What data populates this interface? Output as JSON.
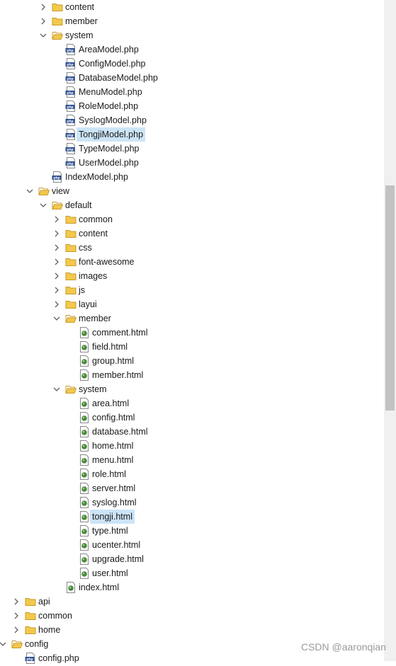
{
  "tree": [
    {
      "label": "content",
      "type": "folder",
      "expanded": false,
      "depth": 4
    },
    {
      "label": "member",
      "type": "folder",
      "expanded": false,
      "depth": 4
    },
    {
      "label": "system",
      "type": "folder",
      "expanded": true,
      "depth": 4
    },
    {
      "label": "AreaModel.php",
      "type": "php",
      "depth": 5
    },
    {
      "label": "ConfigModel.php",
      "type": "php",
      "depth": 5
    },
    {
      "label": "DatabaseModel.php",
      "type": "php",
      "depth": 5
    },
    {
      "label": "MenuModel.php",
      "type": "php",
      "depth": 5
    },
    {
      "label": "RoleModel.php",
      "type": "php",
      "depth": 5
    },
    {
      "label": "SyslogModel.php",
      "type": "php",
      "depth": 5
    },
    {
      "label": "TongjiModel.php",
      "type": "php",
      "depth": 5,
      "selected": true
    },
    {
      "label": "TypeModel.php",
      "type": "php",
      "depth": 5
    },
    {
      "label": "UserModel.php",
      "type": "php",
      "depth": 5
    },
    {
      "label": "IndexModel.php",
      "type": "php",
      "depth": 4
    },
    {
      "label": "view",
      "type": "folder",
      "expanded": true,
      "depth": 3
    },
    {
      "label": "default",
      "type": "folder",
      "expanded": true,
      "depth": 4
    },
    {
      "label": "common",
      "type": "folder",
      "expanded": false,
      "depth": 5
    },
    {
      "label": "content",
      "type": "folder",
      "expanded": false,
      "depth": 5
    },
    {
      "label": "css",
      "type": "folder",
      "expanded": false,
      "depth": 5
    },
    {
      "label": "font-awesome",
      "type": "folder",
      "expanded": false,
      "depth": 5
    },
    {
      "label": "images",
      "type": "folder",
      "expanded": false,
      "depth": 5
    },
    {
      "label": "js",
      "type": "folder",
      "expanded": false,
      "depth": 5
    },
    {
      "label": "layui",
      "type": "folder",
      "expanded": false,
      "depth": 5
    },
    {
      "label": "member",
      "type": "folder",
      "expanded": true,
      "depth": 5
    },
    {
      "label": "comment.html",
      "type": "html",
      "depth": 6
    },
    {
      "label": "field.html",
      "type": "html",
      "depth": 6
    },
    {
      "label": "group.html",
      "type": "html",
      "depth": 6
    },
    {
      "label": "member.html",
      "type": "html",
      "depth": 6
    },
    {
      "label": "system",
      "type": "folder",
      "expanded": true,
      "depth": 5
    },
    {
      "label": "area.html",
      "type": "html",
      "depth": 6
    },
    {
      "label": "config.html",
      "type": "html",
      "depth": 6
    },
    {
      "label": "database.html",
      "type": "html",
      "depth": 6
    },
    {
      "label": "home.html",
      "type": "html",
      "depth": 6
    },
    {
      "label": "menu.html",
      "type": "html",
      "depth": 6
    },
    {
      "label": "role.html",
      "type": "html",
      "depth": 6
    },
    {
      "label": "server.html",
      "type": "html",
      "depth": 6
    },
    {
      "label": "syslog.html",
      "type": "html",
      "depth": 6
    },
    {
      "label": "tongji.html",
      "type": "html",
      "depth": 6,
      "selected": true
    },
    {
      "label": "type.html",
      "type": "html",
      "depth": 6
    },
    {
      "label": "ucenter.html",
      "type": "html",
      "depth": 6
    },
    {
      "label": "upgrade.html",
      "type": "html",
      "depth": 6
    },
    {
      "label": "user.html",
      "type": "html",
      "depth": 6
    },
    {
      "label": "index.html",
      "type": "html",
      "depth": 5
    },
    {
      "label": "api",
      "type": "folder",
      "expanded": false,
      "depth": 2
    },
    {
      "label": "common",
      "type": "folder",
      "expanded": false,
      "depth": 2
    },
    {
      "label": "home",
      "type": "folder",
      "expanded": false,
      "depth": 2
    },
    {
      "label": "config",
      "type": "folder",
      "expanded": true,
      "depth": 1
    },
    {
      "label": "config.php",
      "type": "php",
      "depth": 2
    }
  ],
  "scrollbar": {
    "thumb_start": 0.28,
    "thumb_fraction": 0.34
  },
  "watermark": "CSDN @aaronqian",
  "colors": {
    "selection": "#cce4f7",
    "folder": "#f2c94c",
    "folder_edge": "#c99a28",
    "php_icon": "#2f4f8f",
    "html_icon": "#4a8a3a",
    "arrow": "#606060"
  },
  "icons": {
    "folder": "folder-icon",
    "folder_open": "folder-open-icon",
    "php": "php-file-icon",
    "html": "html-file-icon"
  }
}
